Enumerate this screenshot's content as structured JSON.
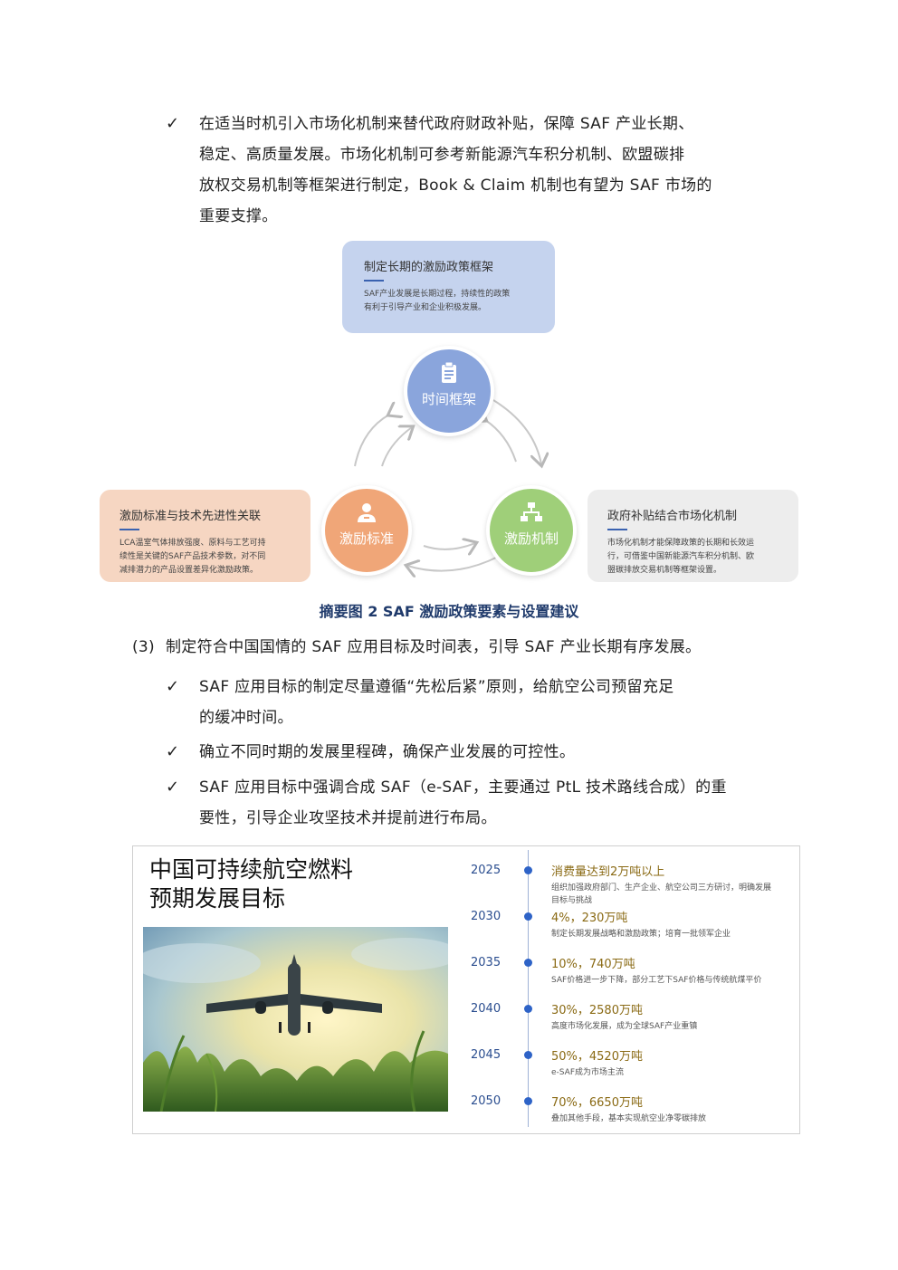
{
  "intro_bullet": {
    "lines": [
      "在适当时机引入市场化机制来替代政府财政补贴，保障 SAF 产业长期、",
      "稳定、高质量发展。市场化机制可参考新能源汽车积分机制、欧盟碳排",
      "放权交易机制等框架进行制定，Book & Claim 机制也有望为 SAF 市场的",
      "重要支撑。"
    ]
  },
  "diagram": {
    "top_box": {
      "title": "制定长期的激励政策框架",
      "desc": [
        "SAF产业发展是长期过程，持续性的政策",
        "有利于引导产业和企业积极发展。"
      ],
      "color": "#c5d3ee"
    },
    "left_box": {
      "title": "激励标准与技术先进性关联",
      "desc": [
        "LCA温室气体排放强度、原料与工艺可持",
        "续性是关键的SAF产品技术参数，对不同",
        "减排潜力的产品设置差异化激励政策。"
      ],
      "color": "#f6d6c2"
    },
    "right_box": {
      "title": "政府补贴结合市场化机制",
      "desc": [
        "市场化机制才能保障政策的长期和长效运",
        "行，可借鉴中国新能源汽车积分机制、欧",
        "盟碳排放交易机制等框架设置。"
      ],
      "color": "#ededed"
    },
    "circles": {
      "top": {
        "label": "时间框架",
        "icon": "clipboard-icon",
        "color": "#8aa5dc"
      },
      "left": {
        "label": "激励标准",
        "icon": "user-icon",
        "color": "#f0a678"
      },
      "right": {
        "label": "激励机制",
        "icon": "org-chart-icon",
        "color": "#9fcf79"
      }
    },
    "caption": "摘要图 2  SAF 激励政策要素与设置建议"
  },
  "section3": {
    "number": "(3)",
    "heading": "制定符合中国国情的 SAF 应用目标及时间表，引导 SAF 产业长期有序发展。",
    "bullets": [
      [
        "SAF 应用目标的制定尽量遵循“先松后紧”原则，给航空公司预留充足",
        "的缓冲时间。"
      ],
      [
        "确立不同时期的发展里程碑，确保产业发展的可控性。"
      ],
      [
        "SAF 应用目标中强调合成 SAF（e-SAF，主要通过 PtL 技术路线合成）的重",
        "要性，引导企业攻坚技术并提前进行布局。"
      ]
    ]
  },
  "timeline": {
    "title_lines": [
      "中国可持续航空燃料",
      "预期发展目标"
    ],
    "entries": [
      {
        "year": "2025",
        "target": "消费量达到2万吨以上",
        "desc": [
          "组织加强政府部门、生产企业、航空公司三方研讨，明确发展",
          "目标与挑战"
        ]
      },
      {
        "year": "2030",
        "target": "4%，230万吨",
        "desc": [
          "制定长期发展战略和激励政策；培育一批领军企业"
        ]
      },
      {
        "year": "2035",
        "target": "10%，740万吨",
        "desc": [
          "SAF价格进一步下降，部分工艺下SAF价格与传统航煤平价"
        ]
      },
      {
        "year": "2040",
        "target": "30%，2580万吨",
        "desc": [
          "高度市场化发展，成为全球SAF产业重镇"
        ]
      },
      {
        "year": "2045",
        "target": "50%，4520万吨",
        "desc": [
          "e-SAF成为市场主流"
        ]
      },
      {
        "year": "2050",
        "target": "70%，6650万吨",
        "desc": [
          "叠加其他手段，基本实现航空业净零碳排放"
        ]
      }
    ]
  }
}
